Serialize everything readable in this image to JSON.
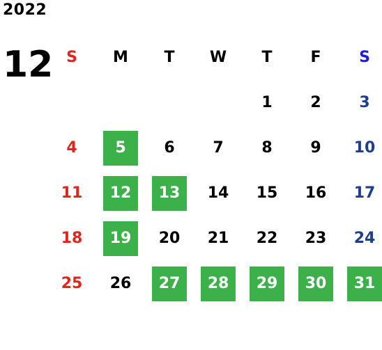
{
  "calendar": {
    "year": "2022",
    "month": "12",
    "weekdays": [
      "S",
      "M",
      "T",
      "W",
      "T",
      "F",
      "S"
    ],
    "weeks": [
      [
        "",
        "",
        "",
        "",
        "1",
        "2",
        "3"
      ],
      [
        "4",
        "5",
        "6",
        "7",
        "8",
        "9",
        "10"
      ],
      [
        "11",
        "12",
        "13",
        "14",
        "15",
        "16",
        "17"
      ],
      [
        "18",
        "19",
        "20",
        "21",
        "22",
        "23",
        "24"
      ],
      [
        "25",
        "26",
        "27",
        "28",
        "29",
        "30",
        "31"
      ]
    ],
    "highlighted_days": [
      "5",
      "12",
      "13",
      "19",
      "27",
      "28",
      "29",
      "30",
      "31"
    ]
  },
  "colors": {
    "sunday": "#e0261c",
    "saturday": "#1e3f91",
    "saturday_header": "#1b1ee0",
    "highlight": "#3cb14a"
  }
}
